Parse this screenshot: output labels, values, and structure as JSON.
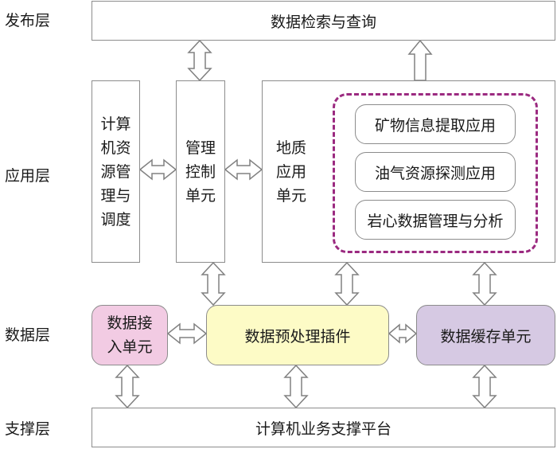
{
  "layers": {
    "publish": "发布层",
    "application": "应用层",
    "data": "数据层",
    "support": "支撑层"
  },
  "boxes": {
    "search_query": "数据检索与查询",
    "compute_resource": [
      "计算",
      "机资",
      "源管",
      "理与",
      "调度"
    ],
    "mgmt_control": [
      "管理",
      "控制",
      "单元"
    ],
    "geo_app": [
      "地质",
      "应用",
      "单元"
    ],
    "mineral_app": "矿物信息提取应用",
    "oilgas_app": "油气资源探测应用",
    "core_data_app": "岩心数据管理与分析",
    "data_access": [
      "数据接",
      "入单元"
    ],
    "preprocess_plugin": "数据预处理插件",
    "cache_unit": "数据缓存单元",
    "platform": "计算机业务支撑平台"
  },
  "colors": {
    "data_access_fill": "#f2cbe3",
    "preprocess_fill": "#fdfbc6",
    "cache_fill": "#d6c9e3",
    "dashed_border": "#9b2a80",
    "arrow_fill": "#ffffff",
    "arrow_stroke": "#808080"
  }
}
